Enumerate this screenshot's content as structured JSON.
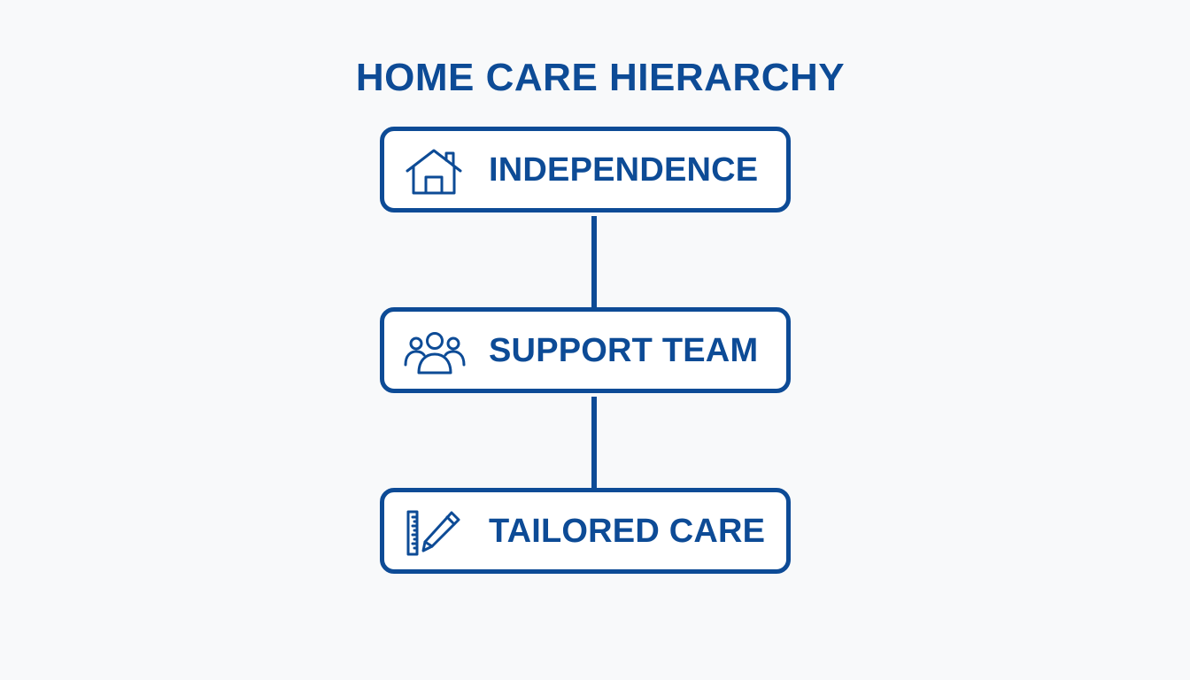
{
  "diagram": {
    "title": "HOME CARE HIERARCHY",
    "accent_color": "#0d4b96",
    "nodes": [
      {
        "label": "INDEPENDENCE",
        "icon": "house-icon"
      },
      {
        "label": "SUPPORT TEAM",
        "icon": "group-icon"
      },
      {
        "label": "TAILORED CARE",
        "icon": "ruler-pencil-icon"
      }
    ],
    "edges": [
      {
        "from": "INDEPENDENCE",
        "to": "SUPPORT TEAM"
      },
      {
        "from": "SUPPORT TEAM",
        "to": "TAILORED CARE"
      }
    ]
  }
}
